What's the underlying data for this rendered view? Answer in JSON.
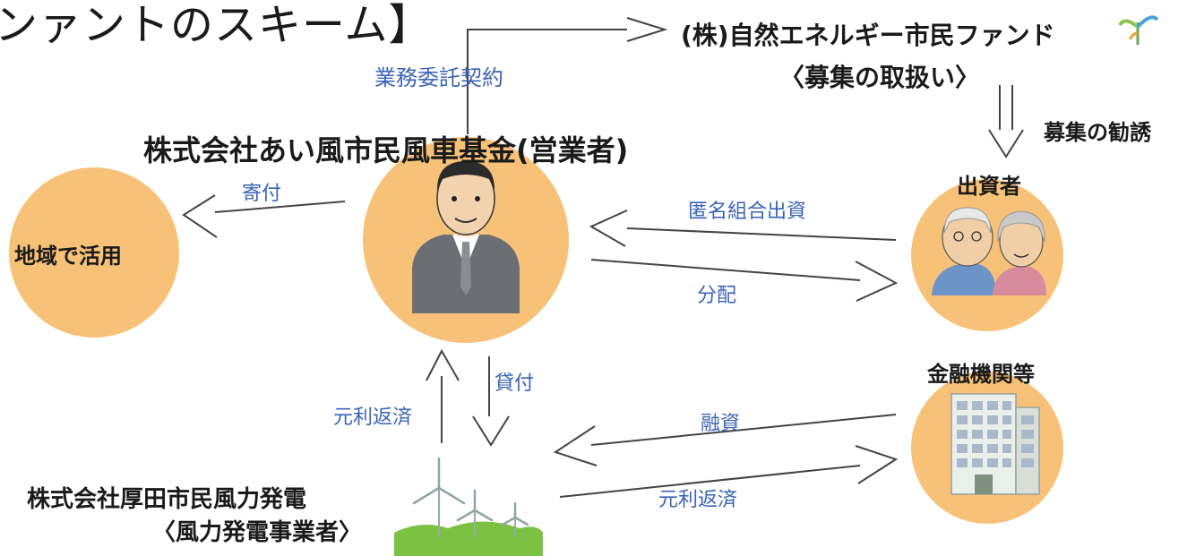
{
  "title_fragment": "ンァントのスキーム】",
  "nodes": {
    "operator": "株式会社あい風市民風車基金(営業者)",
    "fund_name": "(株)自然エネルギー市民ファンド",
    "fund_role": "〈募集の取扱い〉",
    "investors": "出資者",
    "local_use": "地域で活用",
    "bank": "金融機関等",
    "power_company": "株式会社厚田市民風力発電",
    "power_role": "〈風力発電事業者〉"
  },
  "flows": {
    "outsourcing_contract": "業務委託契約",
    "solicitation": "募集の勧誘",
    "donation": "寄付",
    "anonymous_partnership": "匿名組合出資",
    "distribution": "分配",
    "loan": "貸付",
    "repayment_to_operator": "元利返済",
    "financing": "融資",
    "repayment_to_bank": "元利返済"
  },
  "colors": {
    "circle_fill": "#f7c277",
    "arrow_stroke": "#444444",
    "label_blue": "#3b63b8",
    "grass_green": "#7cc242"
  }
}
